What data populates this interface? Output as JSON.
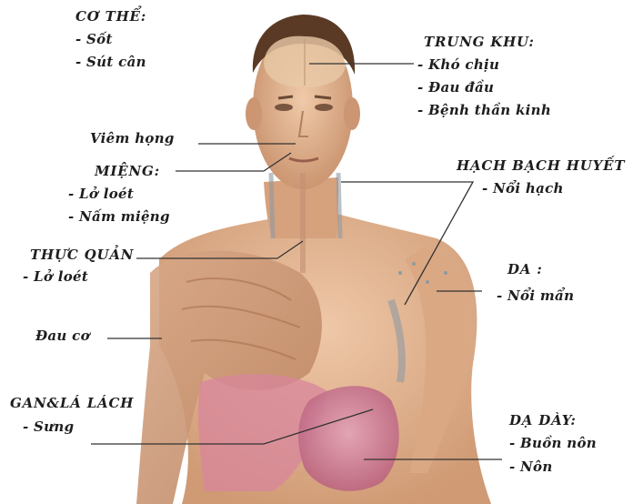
{
  "colors": {
    "skin": "#e6b896",
    "skin_shadow": "#c98f6a",
    "hair": "#5b3a25",
    "muscle": "#c9906f",
    "organ_pink": "#d8869c",
    "stomach": "#c96f8a",
    "brain": "#e8c9a8",
    "lymph": "#8f9aa3",
    "leader_line": "#333333",
    "text": "#1e1e1e"
  },
  "labels": {
    "body": {
      "title": "CƠ THỂ:",
      "items": [
        "- Sốt",
        "- Sút cân"
      ]
    },
    "central": {
      "title": "TRUNG KHU:",
      "items": [
        "- Khó chịu",
        "- Đau đầu",
        "- Bệnh thần kinh"
      ]
    },
    "throat": {
      "title": "Viêm họng"
    },
    "mouth": {
      "title": "MIỆNG:",
      "items": [
        "- Lở loét",
        "- Nấm miệng"
      ]
    },
    "lymph": {
      "title": "HẠCH BẠCH HUYẾT",
      "items": [
        "- Nổi hạch"
      ]
    },
    "esophagus": {
      "title": "THỰC QUẢN",
      "items": [
        "- Lở loét"
      ]
    },
    "skin": {
      "title": "DA :",
      "items": [
        "- Nổi mẩn"
      ]
    },
    "muscle": {
      "title": "Đau cơ"
    },
    "liver_spleen": {
      "title": "GAN&LÁ LÁCH",
      "items": [
        "- Sưng"
      ]
    },
    "stomach": {
      "title": "DẠ DÀY:",
      "items": [
        "- Buồn nôn",
        "- Nôn"
      ]
    }
  }
}
